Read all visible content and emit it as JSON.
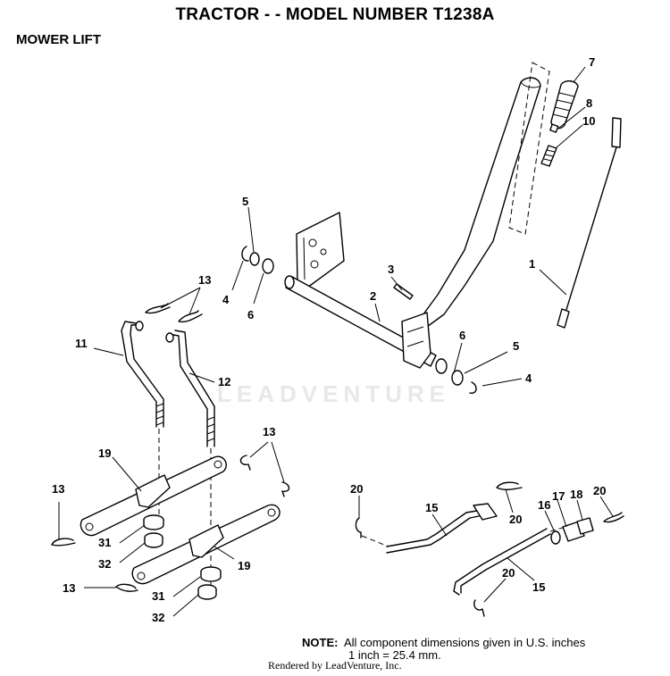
{
  "header": {
    "title": "TRACTOR - - MODEL NUMBER T1238A",
    "section": "MOWER LIFT"
  },
  "note": {
    "label": "NOTE:",
    "line1": "All component dimensions given in U.S. inches",
    "line2": "1 inch = 25.4 mm."
  },
  "watermark": "LEADVENTURE",
  "footer": "Rendered by LeadVenture, Inc.",
  "callouts": {
    "c1": "1",
    "c2": "2",
    "c3": "3",
    "c4a": "4",
    "c4b": "4",
    "c5a": "5",
    "c5b": "5",
    "c6a": "6",
    "c6b": "6",
    "c7": "7",
    "c8": "8",
    "c10": "10",
    "c11": "11",
    "c12": "12",
    "c13a": "13",
    "c13b": "13",
    "c13c": "13",
    "c13d": "13",
    "c15a": "15",
    "c15b": "15",
    "c16": "16",
    "c17": "17",
    "c18": "18",
    "c19a": "19",
    "c19b": "19",
    "c20a": "20",
    "c20b": "20",
    "c20c": "20",
    "c20d": "20",
    "c31a": "31",
    "c31b": "31",
    "c32a": "32",
    "c32b": "32"
  }
}
